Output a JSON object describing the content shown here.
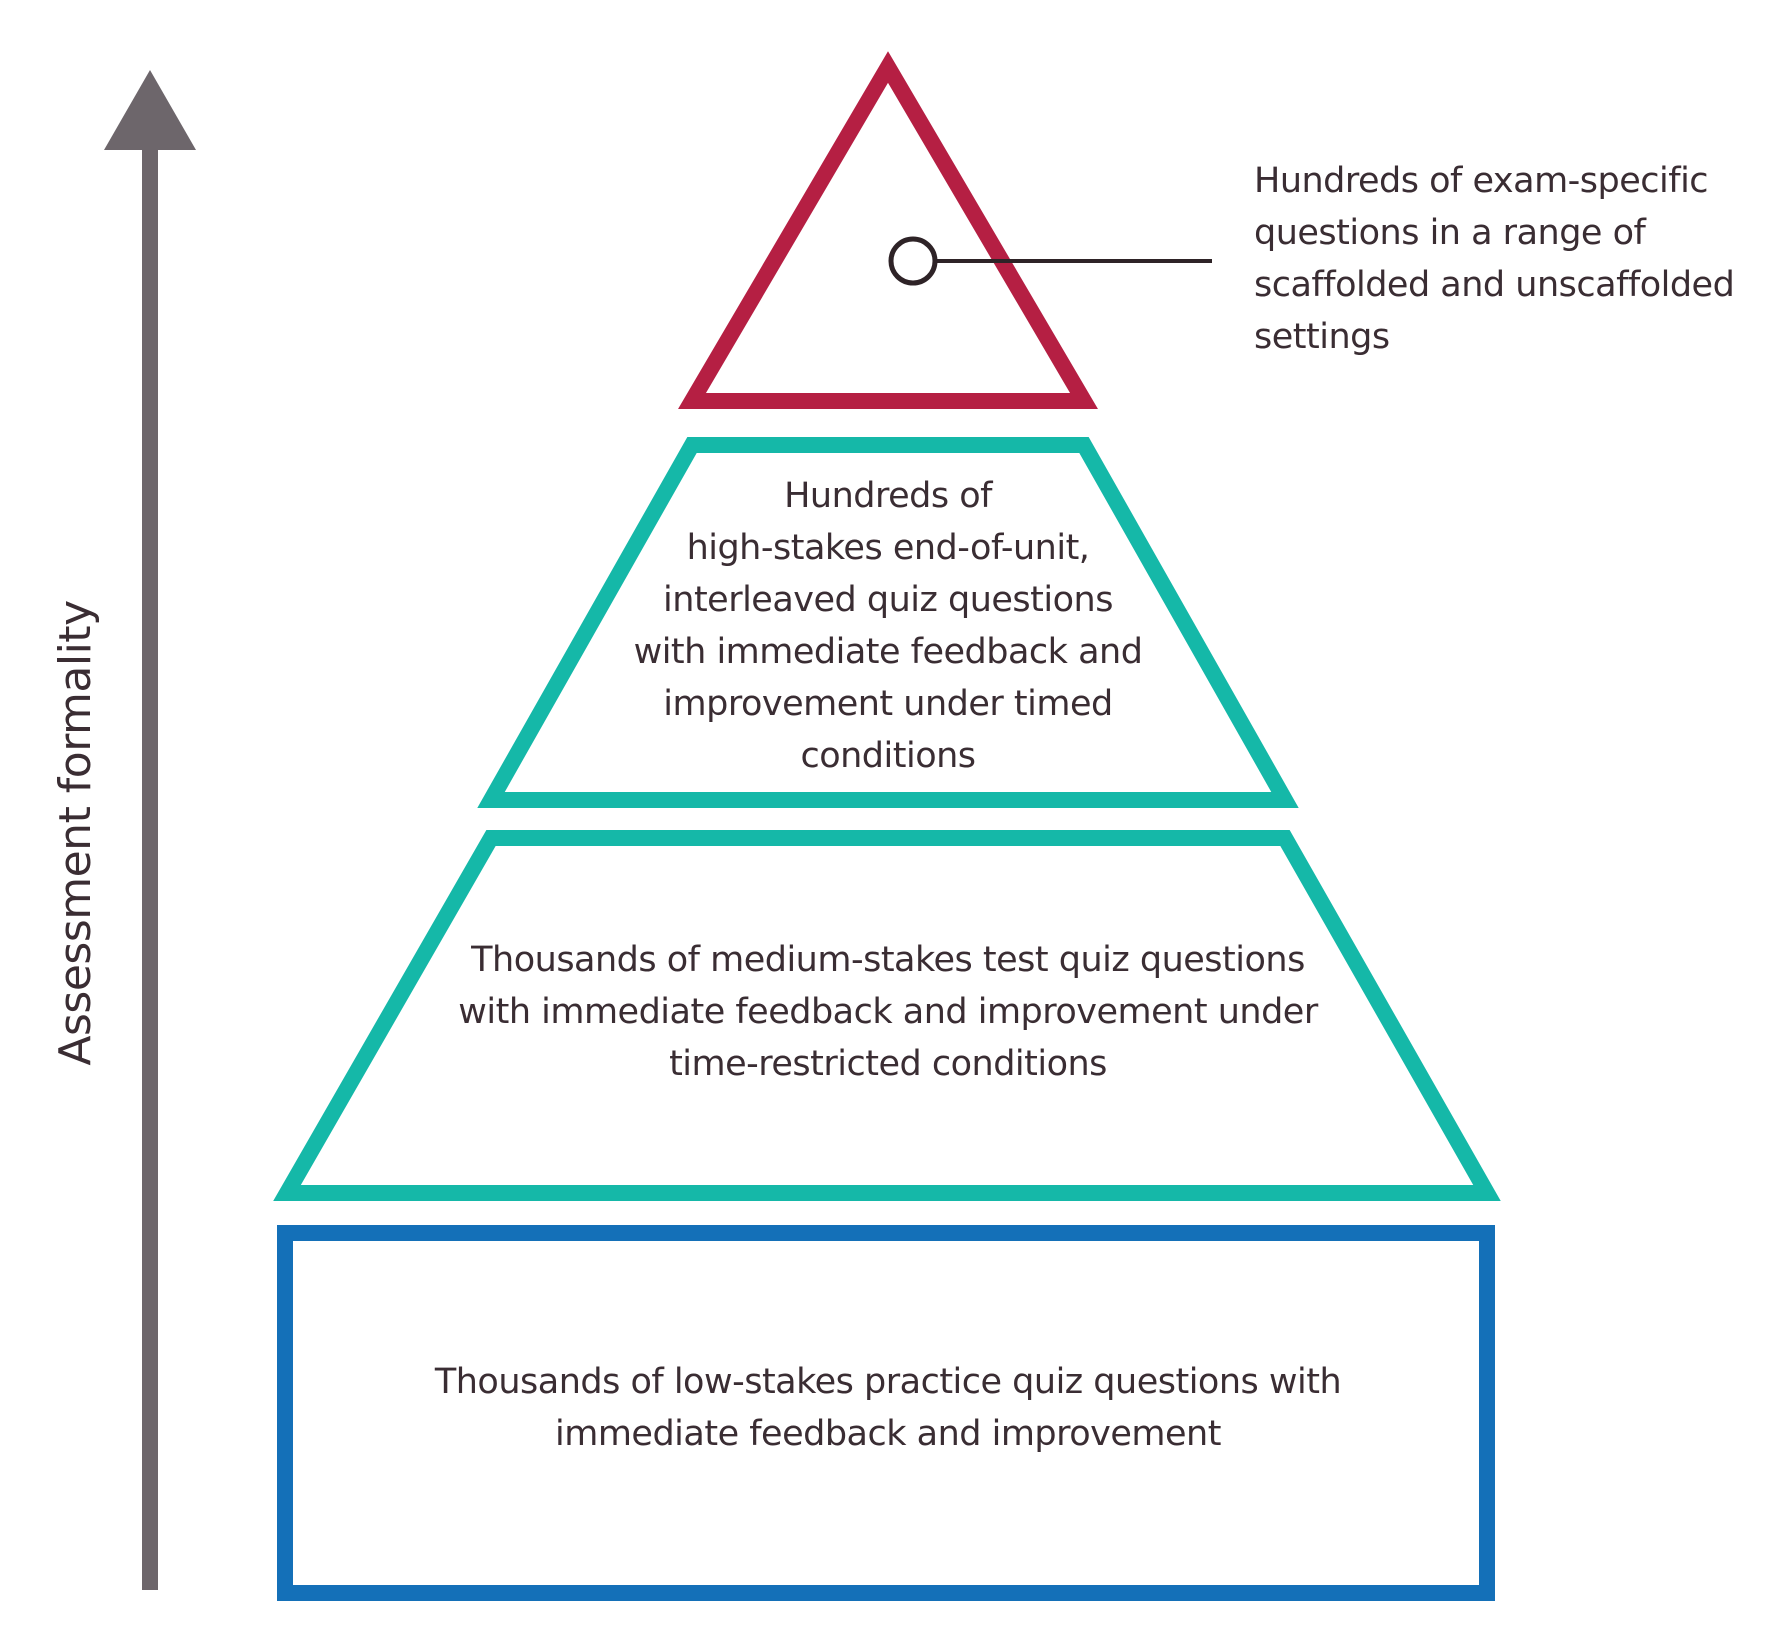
{
  "axis": {
    "label": "Assessment formality",
    "color": "#6d666b"
  },
  "layers": [
    {
      "id": "top",
      "lines": [],
      "color": "#b51f43"
    },
    {
      "id": "upper-middle",
      "lines": [
        "Hundreds of",
        "high-stakes end-of-unit,",
        "interleaved quiz questions",
        "with immediate feedback and",
        "improvement under timed",
        "conditions"
      ],
      "color": "#15b8a8"
    },
    {
      "id": "lower-middle",
      "lines": [
        "Thousands of medium-stakes test quiz questions",
        "with immediate feedback and improvement under",
        "time-restricted conditions"
      ],
      "color": "#15b8a8"
    },
    {
      "id": "base",
      "lines": [
        "Thousands of low-stakes practice quiz questions with",
        "immediate feedback and improvement"
      ],
      "color": "#1470b8"
    }
  ],
  "callout": {
    "lines": [
      "Hundreds of exam-specific",
      "questions in a range of",
      "scaffolded and unscaffolded",
      "settings"
    ],
    "color": "#2e2327"
  },
  "text_color": "#3a2d33"
}
